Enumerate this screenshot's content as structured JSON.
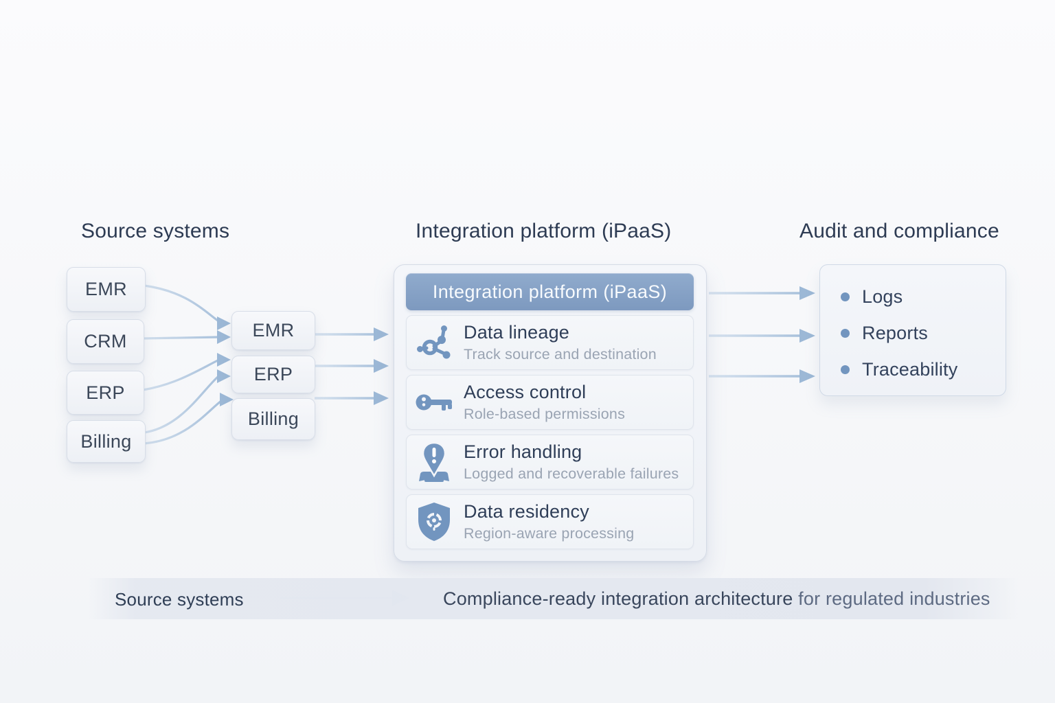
{
  "headers": {
    "source": "Source systems",
    "platform": "Integration platform (iPaaS)",
    "audit": "Audit and compliance"
  },
  "source_systems": {
    "items": [
      {
        "label": "EMR"
      },
      {
        "label": "CRM"
      },
      {
        "label": "ERP"
      },
      {
        "label": "Billing"
      }
    ]
  },
  "consolidated": {
    "items": [
      {
        "label": "EMR"
      },
      {
        "label": "ERP"
      },
      {
        "label": "Billing"
      }
    ]
  },
  "platform": {
    "banner": "Integration platform (iPaaS)",
    "features": [
      {
        "icon": "lineage-icon",
        "title": "Data lineage",
        "subtitle": "Track source and destination"
      },
      {
        "icon": "key-icon",
        "title": "Access control",
        "subtitle": "Role-based permissions"
      },
      {
        "icon": "error-pin-icon",
        "title": "Error handling",
        "subtitle": "Logged and recoverable failures"
      },
      {
        "icon": "shield-icon",
        "title": "Data residency",
        "subtitle": "Region-aware processing"
      }
    ]
  },
  "audit": {
    "items": [
      {
        "label": "Logs"
      },
      {
        "label": "Reports"
      },
      {
        "label": "Traceability"
      }
    ]
  },
  "footer": {
    "label": "Source systems",
    "summary_strong": "Compliance-ready integration architecture",
    "summary_rest": " for regulated industries"
  },
  "colors": {
    "arrow": "#a6c1dd",
    "arrow_head": "#9cb8d6",
    "icon_blue": "#7295bf",
    "band_blue": "#7d99bf",
    "heading_text": "#2d3b53"
  }
}
